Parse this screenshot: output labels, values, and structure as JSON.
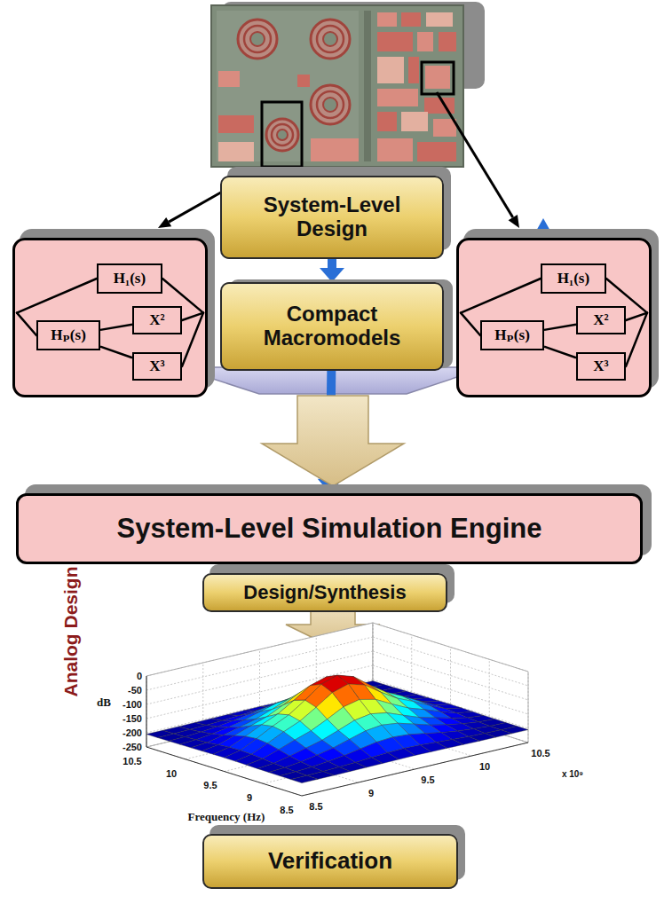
{
  "diagram": {
    "nodes": [
      {
        "text": [
          "System-Level Design"
        ]
      },
      {
        "text": []
      },
      {
        "text": [
          "H₁(s)"
        ],
        "in": 1
      },
      {
        "text": [
          "Hₚ(s)"
        ],
        "in": 1
      },
      {
        "text": [
          "X²"
        ],
        "in": 1
      },
      {
        "text": [
          "X³"
        ],
        "in": 1
      },
      {
        "text": []
      },
      {
        "text": [
          "H₁(s)"
        ],
        "in": 6
      },
      {
        "text": [
          "Hₚ(s)"
        ],
        "in": 6
      },
      {
        "text": [
          "X²"
        ],
        "in": 6
      },
      {
        "text": [
          "X³"
        ],
        "in": 6
      },
      {
        "text": [
          "Compact Macromodels"
        ]
      },
      {
        "text": [
          "System-Level Simulation Engine"
        ]
      },
      {
        "text": [
          "Design/Synthesis"
        ]
      },
      {
        "text": [
          "Verification"
        ]
      }
    ],
    "edges": [
      {
        "from": 0,
        "to": 11,
        "arrow": "to"
      },
      {
        "from": 3,
        "to": 4,
        "arrow": "none"
      },
      {
        "from": 3,
        "to": 5,
        "arrow": "none"
      },
      {
        "from": 8,
        "to": 9,
        "arrow": "none"
      },
      {
        "from": 8,
        "to": 10,
        "arrow": "none"
      },
      {
        "from": 11,
        "to": 12,
        "arrow": "to"
      }
    ],
    "labels": [
      "Analog Design",
      "dB",
      "0",
      "-50",
      "-100",
      "-150",
      "-200",
      "-250",
      "10.5",
      "10",
      "9.5",
      "9",
      "8.5",
      "8.5",
      "9",
      "9.5",
      "10",
      "10.5",
      "x 10⁹",
      "Frequency (Hz)"
    ]
  }
}
